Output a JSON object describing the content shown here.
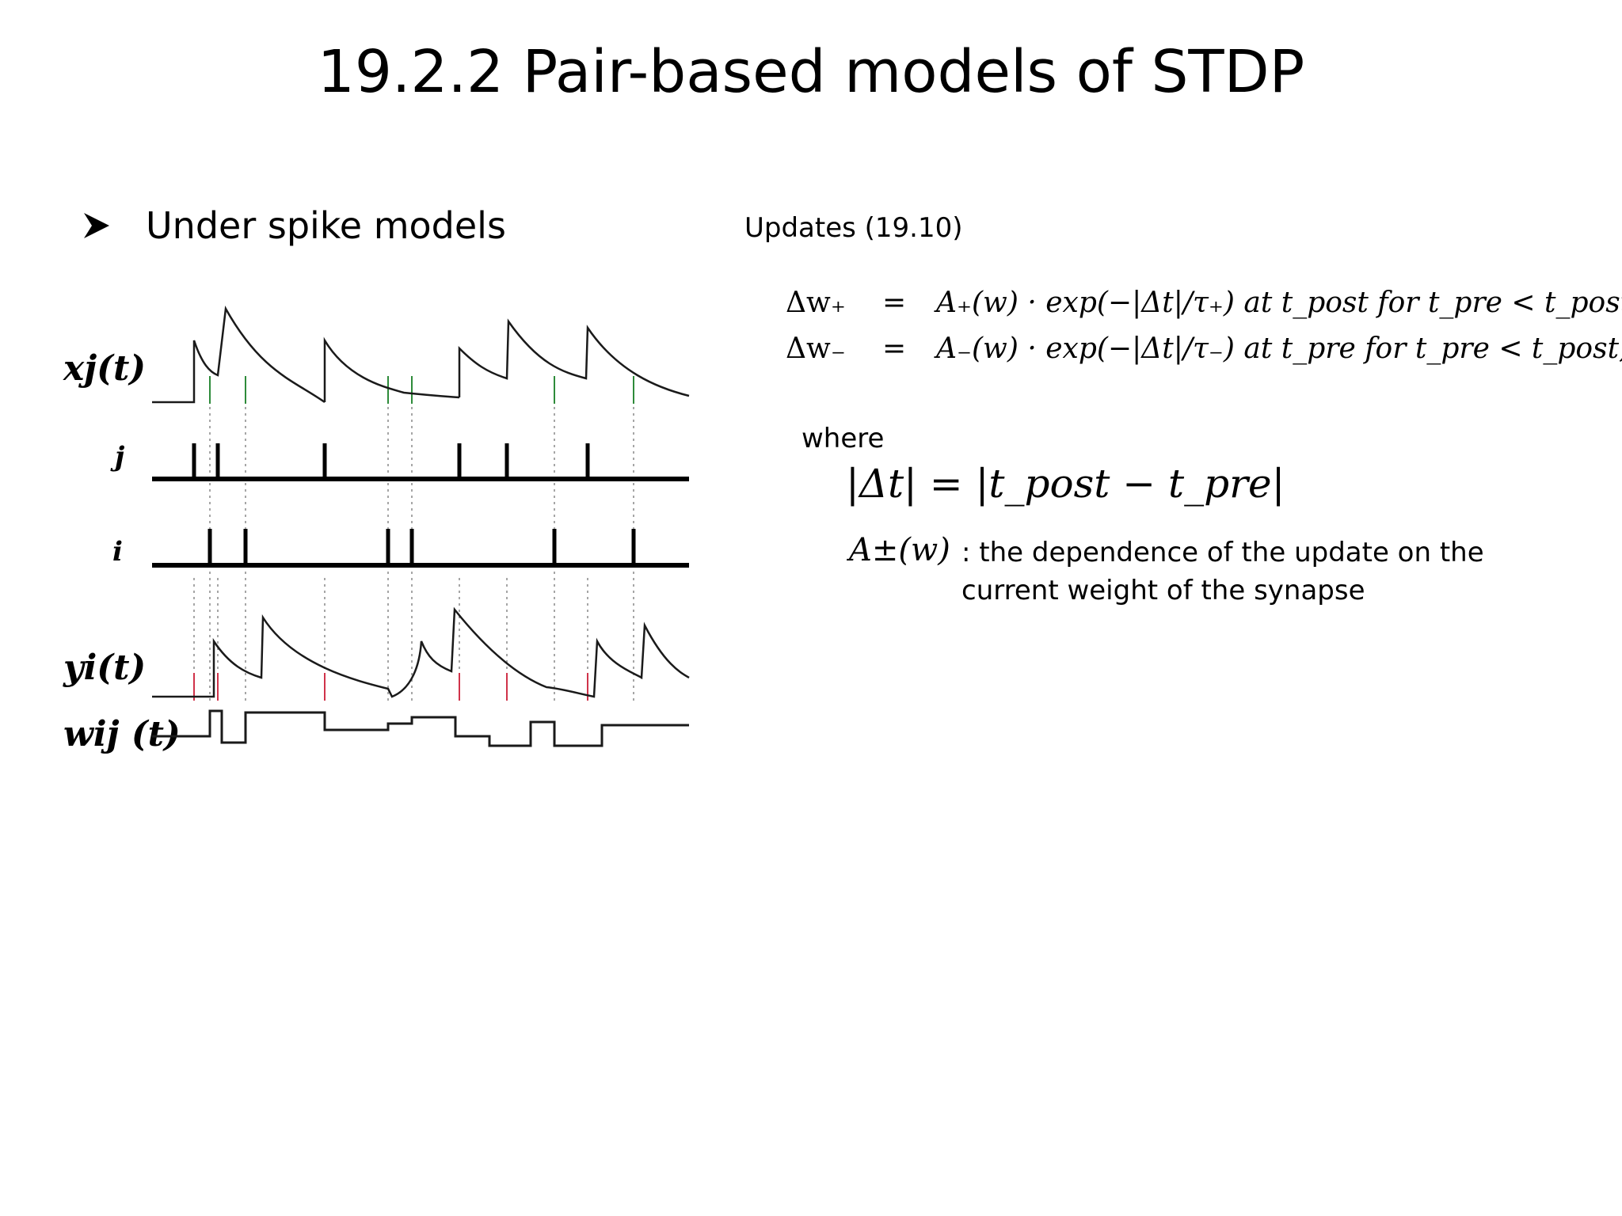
{
  "slide": {
    "title": "19.2.2 Pair-based models of STDP",
    "bullet": {
      "icon": "arrowhead-bullet-icon",
      "text": "Under spike models"
    },
    "updates_label": "Updates (19.10)",
    "equations": [
      {
        "lhs": "Δw₊",
        "op": "=",
        "rhs": "A₊(w) · exp(−|Δt|/τ₊) at t_post  for t_pre < t_post,"
      },
      {
        "lhs": "Δw₋",
        "op": "=",
        "rhs": "A₋(w) · exp(−|Δt|/τ₋) at t_pre  for t_pre < t_post,"
      }
    ],
    "where_label": "where",
    "delta_def": "|Δt| = |t_post − t_pre|",
    "apm_symbol": "A±(w)",
    "apm_desc": ": the dependence of the update on the current weight of the synapse"
  },
  "figure": {
    "labels": {
      "x_trace": "xj(t)",
      "pre_spikes": "j",
      "post_spikes": "i",
      "y_trace": "yi(t)",
      "weight": "wij (t)"
    },
    "colors": {
      "potentiation": "#2e8b3a",
      "depression": "#d0334a",
      "trace": "#1a1a1a"
    }
  }
}
